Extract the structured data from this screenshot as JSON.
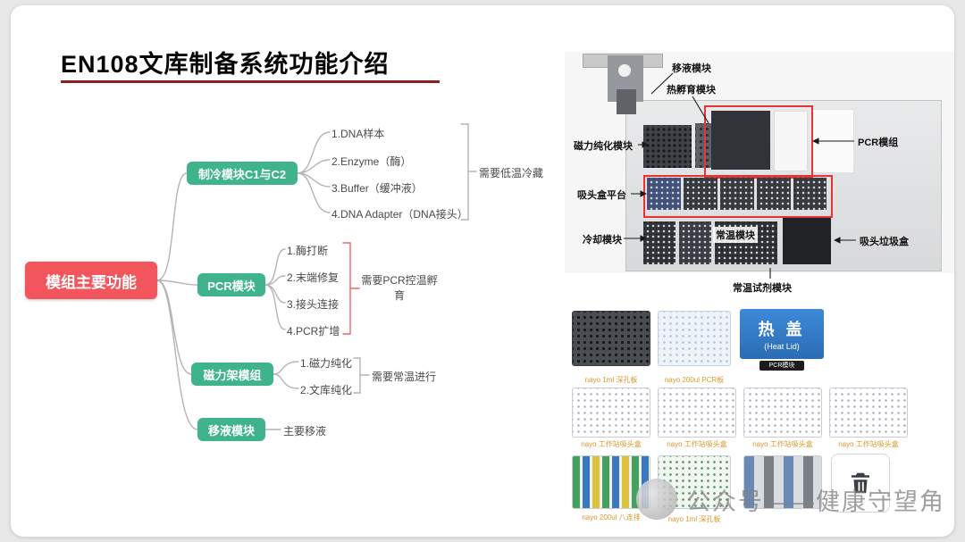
{
  "slide": {
    "title": "EN108文库制备系统功能介绍"
  },
  "colors": {
    "root_node": "#f2555c",
    "branch_node": "#3fb48c",
    "annotation_red": "#e96a6a",
    "highlight_box_red": "#e63434",
    "caption_orange": "#d9992e",
    "heat_lid_blue": "#2f7cc4",
    "title_underline": "#8e1f1f"
  },
  "mindmap": {
    "root": "模组主要功能",
    "branches": [
      {
        "label": "制冷模块C1与C2",
        "items": [
          "1.DNA样本",
          "2.Enzyme（酶）",
          "3.Buffer（缓冲液）",
          "4.DNA Adapter（DNA接头）"
        ],
        "note": "需要低温冷藏"
      },
      {
        "label": "PCR模块",
        "items": [
          "1.酶打断",
          "2.末端修复",
          "3.接头连接",
          "4.PCR扩增"
        ],
        "note": "需要PCR控温孵育"
      },
      {
        "label": "磁力架模组",
        "items": [
          "1.磁力纯化",
          "2.文库纯化"
        ],
        "note": "需要常温进行"
      },
      {
        "label": "移液模块",
        "items": [],
        "note": "主要移液"
      }
    ]
  },
  "equipment": {
    "labels": {
      "pipette": "移液模块",
      "incubation": "热孵育模块",
      "magnetic": "磁力纯化模块",
      "pcr": "PCR模组",
      "tip_platform": "吸头盒平台",
      "cooling": "冷却模块",
      "ambient": "常温模块",
      "tip_waste": "吸头垃圾盒",
      "ambient_reagent": "常温试剂模块"
    }
  },
  "labware": {
    "heat_lid": {
      "title": "热 盖",
      "subtitle": "(Heat Lid)",
      "caption": "PCR模块"
    },
    "captions": {
      "deep_well_1": "nayo 1ml 深孔板",
      "pcr_plate": "nayo 200ul PCR板",
      "tip_box": "nayo 工作站吸头盒",
      "strip_tubes": "nayo 200ul 八连排",
      "deep_well_2": "nayo 1ml 深孔板"
    }
  },
  "watermark": {
    "text": "公众号——健康守望角"
  }
}
